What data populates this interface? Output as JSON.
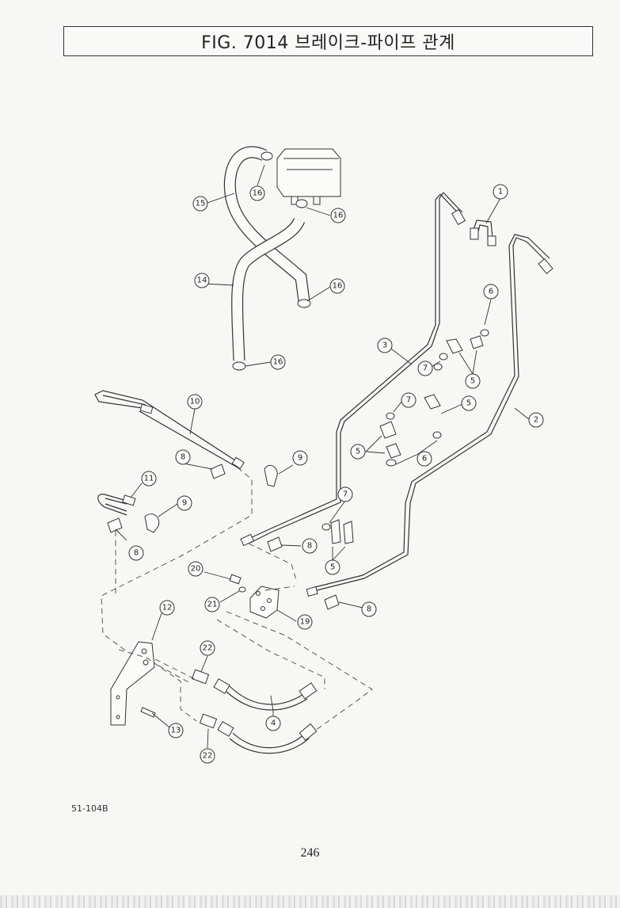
{
  "title": "FIG. 7014 브레이크-파이프 관계",
  "doc_code": "51-104B",
  "page_number": "246",
  "callouts": {
    "c1": "1",
    "c2": "2",
    "c3": "3",
    "c4": "4",
    "c5a": "5",
    "c5b": "5",
    "c5c": "5",
    "c5d": "5",
    "c6a": "6",
    "c6b": "6",
    "c7a": "7",
    "c7b": "7",
    "c7c": "7",
    "c8a": "8",
    "c8b": "8",
    "c8c": "8",
    "c8d": "8",
    "c9a": "9",
    "c9b": "9",
    "c10": "10",
    "c11": "11",
    "c12": "12",
    "c13": "13",
    "c14": "14",
    "c15": "15",
    "c16a": "16",
    "c16b": "16",
    "c16c": "16",
    "c16d": "16",
    "c19": "19",
    "c20": "20",
    "c21": "21",
    "c22a": "22",
    "c22b": "22"
  }
}
